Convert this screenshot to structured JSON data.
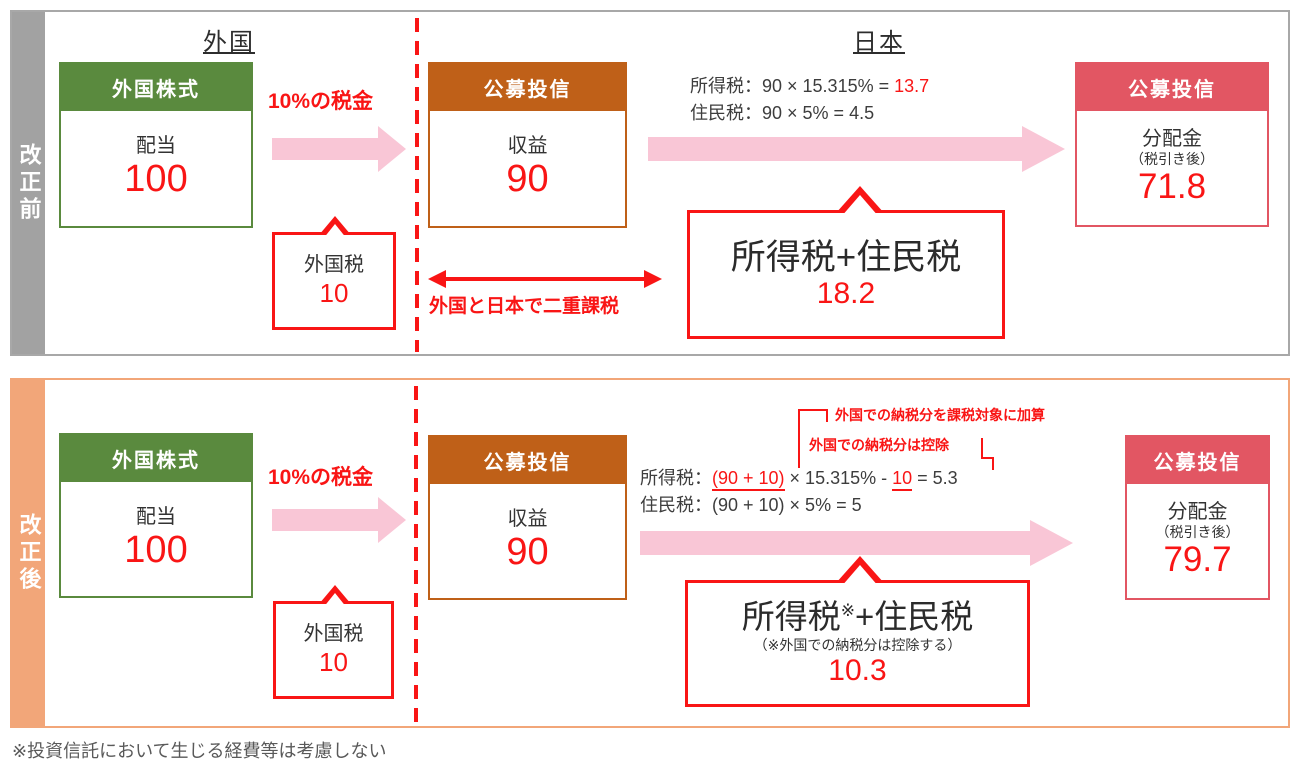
{
  "colors": {
    "accent_red": "#f91515",
    "green": "#5a8a3e",
    "orange": "#bf6018",
    "crimson": "#e25663",
    "pink_arrow": "#f9c6d6",
    "gray_sidebar": "#a2a2a2",
    "peach_sidebar": "#f2a679"
  },
  "panel_before": {
    "side_label": "改正前",
    "region_left_heading": "外国",
    "region_right_heading": "日本",
    "stock_box": {
      "header": "外国株式",
      "label": "配当",
      "value": "100"
    },
    "tax_arrow_label": "10%の税金",
    "foreign_tax_callout": {
      "label": "外国税",
      "value": "10"
    },
    "fund_box": {
      "header": "公募投信",
      "label": "収益",
      "value": "90"
    },
    "income_tax_formula": {
      "lead": "所得税：90 × 15.315% = ",
      "result": "13.7"
    },
    "resident_tax_formula": "住民税：90 × 5% = 4.5",
    "tax_callout": {
      "title": "所得税+住民税",
      "value": "18.2"
    },
    "double_tax_label": "外国と日本で二重課税",
    "dist_box": {
      "header": "公募投信",
      "label": "分配金",
      "sublabel": "（税引き後）",
      "value": "71.8"
    }
  },
  "panel_after": {
    "side_label": "改正後",
    "stock_box": {
      "header": "外国株式",
      "label": "配当",
      "value": "100"
    },
    "tax_arrow_label": "10%の税金",
    "foreign_tax_callout": {
      "label": "外国税",
      "value": "10"
    },
    "fund_box": {
      "header": "公募投信",
      "label": "収益",
      "value": "90"
    },
    "annotation_add": "外国での納税分を課税対象に加算",
    "annotation_deduct": "外国での納税分は控除",
    "income_tax_formula": {
      "label": "所得税：",
      "base": "(90 + 10)",
      "mid": " × 15.315% - ",
      "deduct": "10",
      "result": " = 5.3"
    },
    "resident_tax_formula": "住民税：(90 + 10) × 5% = 5",
    "tax_callout": {
      "title_main": "所得税",
      "title_sup": "※",
      "title_rest": "+住民税",
      "note": "（※外国での納税分は控除する）",
      "value": "10.3"
    },
    "dist_box": {
      "header": "公募投信",
      "label": "分配金",
      "sublabel": "（税引き後）",
      "value": "79.7"
    }
  },
  "footnote": "※投資信託において生じる経費等は考慮しない"
}
